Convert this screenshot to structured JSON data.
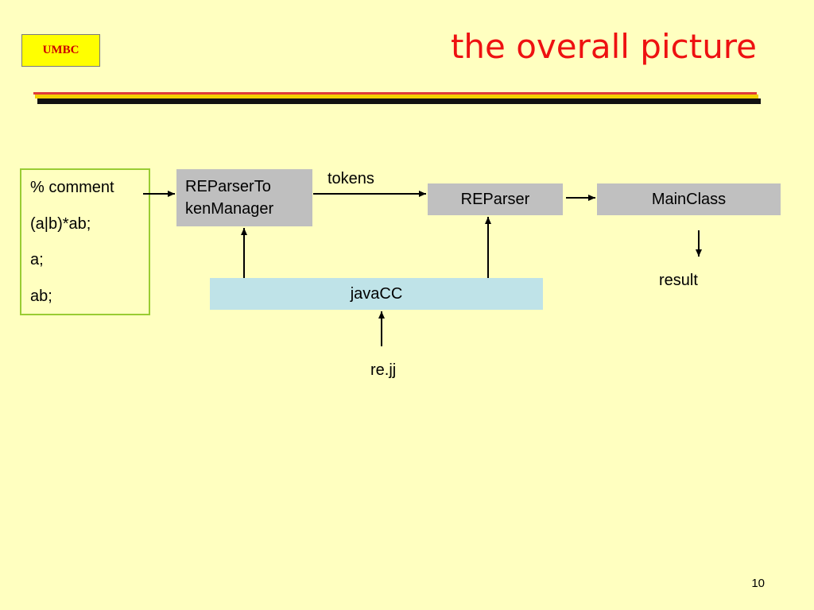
{
  "header": {
    "badge": "UMBC",
    "title": "the overall picture"
  },
  "source": {
    "lines": [
      "% comment",
      "(a|b)*ab;",
      "a;",
      "ab;"
    ]
  },
  "nodes": {
    "token_manager": "REParserTokenManager",
    "token_manager_line1": "REParserTo",
    "token_manager_line2": "kenManager",
    "parser": "REParser",
    "main": "MainClass",
    "javacc": "javaCC"
  },
  "labels": {
    "tokens": "tokens",
    "result": "result",
    "grammar": "re.jj"
  },
  "edges": [
    {
      "from": "source",
      "to": "token_manager",
      "label": ""
    },
    {
      "from": "token_manager",
      "to": "parser",
      "label": "tokens"
    },
    {
      "from": "parser",
      "to": "main",
      "label": ""
    },
    {
      "from": "main",
      "to": "result",
      "label": ""
    },
    {
      "from": "javacc",
      "to": "token_manager",
      "label": ""
    },
    {
      "from": "javacc",
      "to": "parser",
      "label": ""
    },
    {
      "from": "grammar",
      "to": "javacc",
      "label": ""
    }
  ],
  "footer": {
    "page_number": "10"
  },
  "colors": {
    "background": "#FFFFC0",
    "title": "#EE1111",
    "badge_bg": "#FFFF00",
    "badge_text": "#CC0000",
    "box_gray": "#C0C0C0",
    "box_javacc": "#BFE3E8",
    "source_border": "#99CC33"
  }
}
